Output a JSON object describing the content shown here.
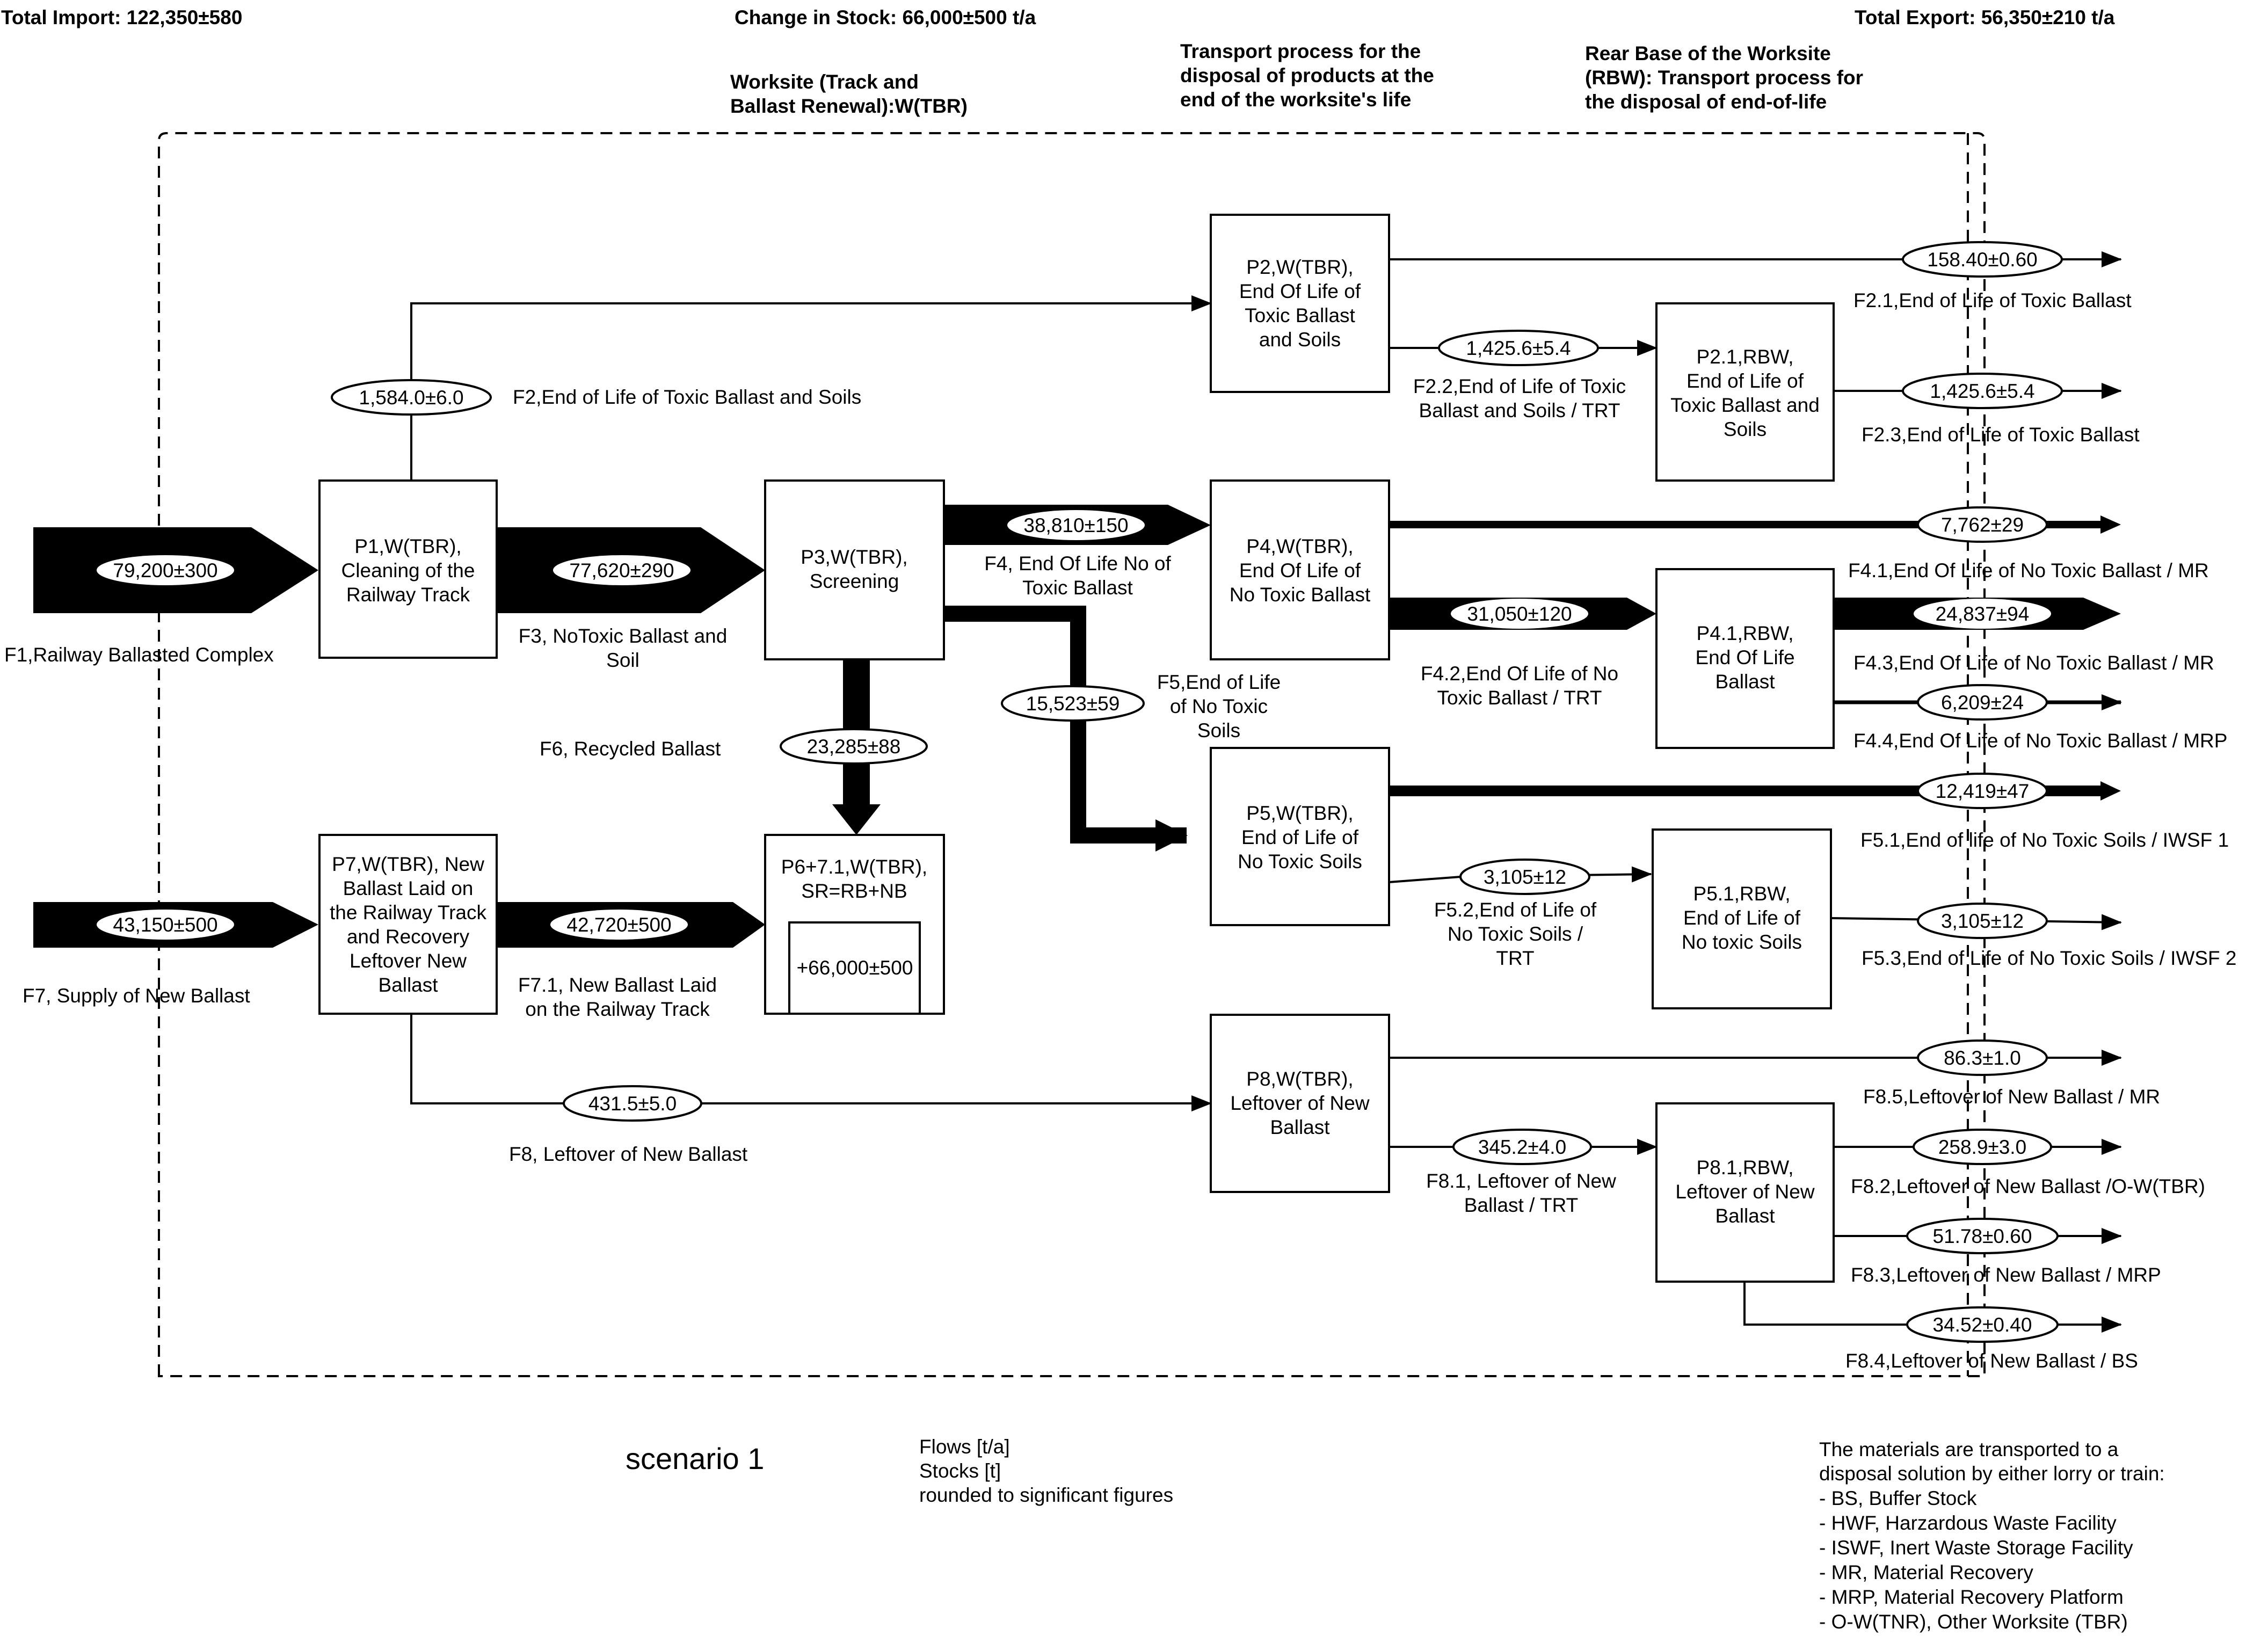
{
  "header": {
    "total_import": "Total Import: 122,350±580",
    "change_in_stock": "Change in Stock: 66,000±500 t/a",
    "total_export": "Total Export: 56,350±210 t/a"
  },
  "zones": {
    "worksite": [
      "Worksite (Track and",
      "Ballast Renewal):W(TBR)"
    ],
    "transport": [
      "Transport process for the",
      "disposal of products at the",
      "end of the worksite's life"
    ],
    "rear_base": [
      "Rear Base of the Worksite",
      "(RBW): Transport process for",
      "the disposal of end-of-life"
    ]
  },
  "processes": {
    "p1": [
      "P1,W(TBR),",
      "Cleaning of the",
      "Railway Track"
    ],
    "p2": [
      "P2,W(TBR),",
      "End Of Life of",
      "Toxic Ballast",
      "and Soils"
    ],
    "p2_1": [
      "P2.1,RBW,",
      "End of Life of",
      "Toxic Ballast and",
      "Soils"
    ],
    "p3": [
      "P3,W(TBR),",
      "Screening"
    ],
    "p4": [
      "P4,W(TBR),",
      "End Of Life of",
      "No Toxic Ballast"
    ],
    "p4_1": [
      "P4.1,RBW,",
      "End Of Life",
      "Ballast"
    ],
    "p5": [
      "P5,W(TBR),",
      "End of Life of",
      "No Toxic Soils"
    ],
    "p5_1": [
      "P5.1,RBW,",
      "End of Life of",
      "No toxic Soils"
    ],
    "p6": [
      "P6+7.1,W(TBR),",
      "SR=RB+NB"
    ],
    "p6_stock": "+66,000±500",
    "p7": [
      "P7,W(TBR), New",
      "Ballast Laid on",
      "the Railway Track",
      "and Recovery",
      "Leftover New",
      "Ballast"
    ],
    "p8": [
      "P8,W(TBR),",
      "Leftover of New",
      "Ballast"
    ],
    "p8_1": [
      "P8.1,RBW,",
      "Leftover of New",
      "Ballast"
    ]
  },
  "flows": {
    "f1": {
      "value": "79,200±300",
      "label": [
        "F1,Railway Ballasted Complex"
      ]
    },
    "f2": {
      "value": "1,584.0±6.0",
      "label": [
        "F2,End of Life of Toxic Ballast and Soils"
      ]
    },
    "f2_1": {
      "value": "158.40±0.60",
      "label": [
        "F2.1,End of Life of Toxic Ballast"
      ]
    },
    "f2_2": {
      "value": "1,425.6±5.4",
      "label": [
        "F2.2,End of Life of Toxic",
        "Ballast and Soils  / TRT"
      ]
    },
    "f2_3": {
      "value": "1,425.6±5.4",
      "label": [
        "F2.3,End of Life of Toxic Ballast"
      ]
    },
    "f3": {
      "value": "77,620±290",
      "label": [
        "F3, NoToxic Ballast and",
        "Soil"
      ]
    },
    "f4": {
      "value": "38,810±150",
      "label": [
        "F4, End Of Life No of",
        "Toxic Ballast"
      ]
    },
    "f4_1": {
      "value": "7,762±29",
      "label": [
        "F4.1,End Of Life of No Toxic Ballast / MR"
      ]
    },
    "f4_2": {
      "value": "31,050±120",
      "label": [
        "F4.2,End Of Life of No",
        "Toxic Ballast  / TRT"
      ]
    },
    "f4_3": {
      "value": "24,837±94",
      "label": [
        "F4.3,End Of Life of No Toxic Ballast / MR"
      ]
    },
    "f4_4": {
      "value": "6,209±24",
      "label": [
        "F4.4,End Of Life  of No Toxic Ballast / MRP"
      ]
    },
    "f5": {
      "value": "15,523±59",
      "label": [
        "F5,End of Life",
        "of No Toxic",
        "Soils"
      ]
    },
    "f5_1": {
      "value": "12,419±47",
      "label": [
        "F5.1,End of life of No Toxic Soils / IWSF 1"
      ]
    },
    "f5_2": {
      "value": "3,105±12",
      "label": [
        "F5.2,End of Life of",
        "No Toxic Soils /",
        "TRT"
      ]
    },
    "f5_3": {
      "value": "3,105±12",
      "label": [
        "F5.3,End of Life of No Toxic Soils / IWSF 2"
      ]
    },
    "f6": {
      "value": "23,285±88",
      "label": [
        "F6, Recycled Ballast"
      ]
    },
    "f7": {
      "value": "43,150±500",
      "label": [
        "F7, Supply of New Ballast"
      ]
    },
    "f7_1": {
      "value": "42,720±500",
      "label": [
        "F7.1, New Ballast Laid",
        "on the Railway Track"
      ]
    },
    "f8": {
      "value": "431.5±5.0",
      "label": [
        "F8, Leftover of New Ballast"
      ]
    },
    "f8_1": {
      "value": "345.2±4.0",
      "label": [
        "F8.1,  Leftover of New",
        "Ballast  / TRT"
      ]
    },
    "f8_2": {
      "value": "258.9±3.0",
      "label": [
        "F8.2,Leftover of New Ballast /O-W(TBR)"
      ]
    },
    "f8_3": {
      "value": "51.78±0.60",
      "label": [
        "F8.3,Leftover of New Ballast / MRP"
      ]
    },
    "f8_4": {
      "value": "34.52±0.40",
      "label": [
        "F8.4,Leftover of New Ballast / BS"
      ]
    },
    "f8_5": {
      "value": "86.3±1.0",
      "label": [
        "F8.5,Leftover of New Ballast / MR"
      ]
    }
  },
  "footer": {
    "scenario": "scenario 1",
    "units": [
      "Flows  [t/a]",
      "Stocks [t]",
      "rounded to significant figures"
    ],
    "legend": [
      "The materials are transported to a",
      "disposal solution by either lorry or train:",
      "- BS, Buffer Stock",
      "- HWF, Harzardous Waste Facility",
      "- ISWF, Inert Waste Storage Facility",
      "- MR, Material Recovery",
      "- MRP, Material Recovery Platform",
      "- O-W(TNR), Other Worksite (TBR)"
    ]
  }
}
